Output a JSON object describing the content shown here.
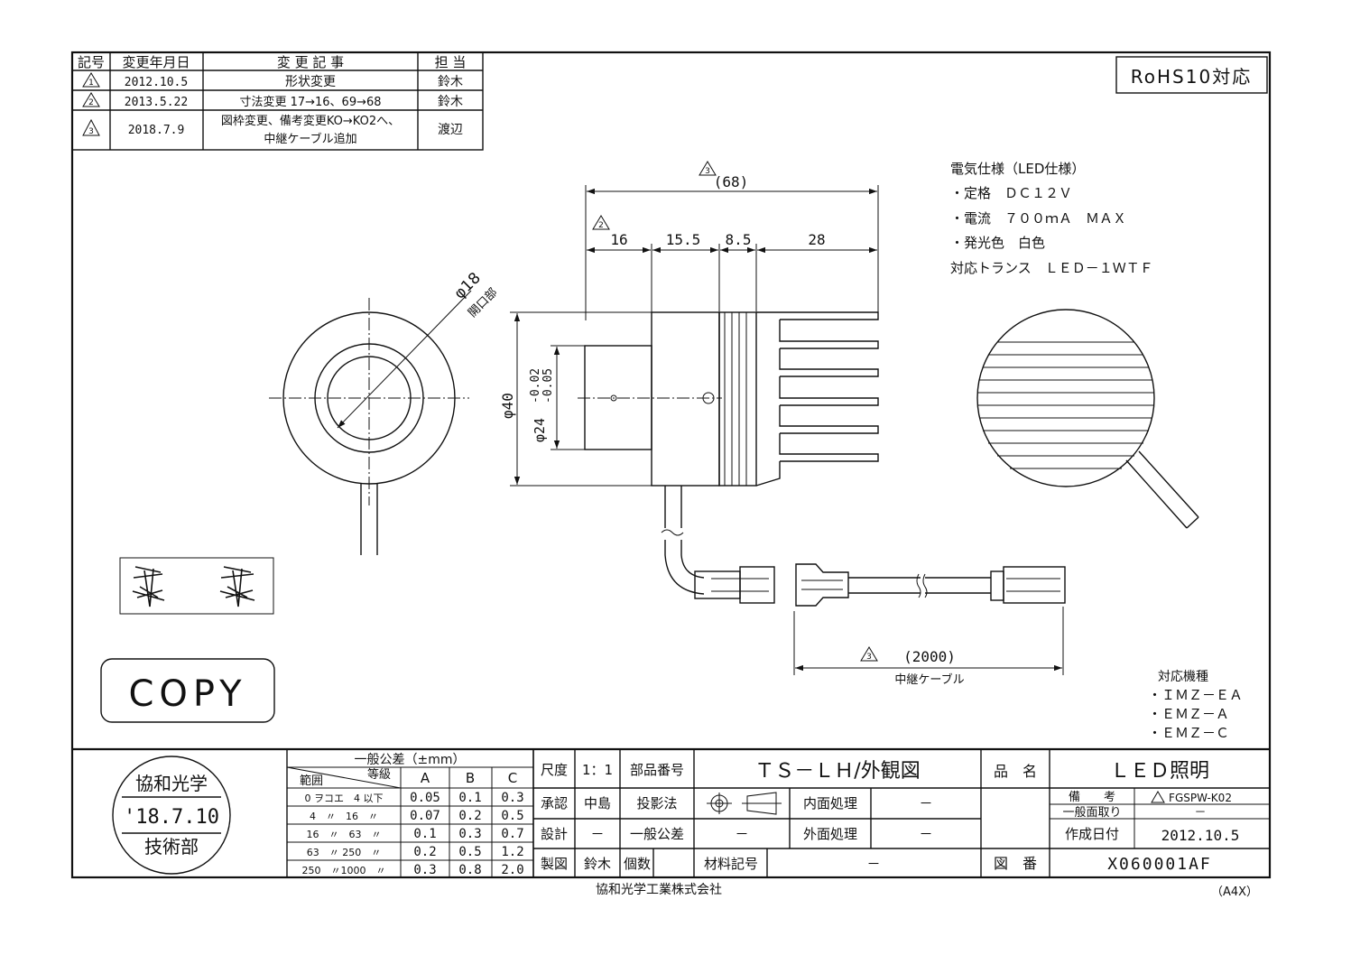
{
  "revision_table": {
    "headers": [
      "記号",
      "変更年月日",
      "変 更 記 事",
      "担 当"
    ],
    "rows": [
      {
        "mark": "1",
        "date": "2012.10.5",
        "note": "形状変更",
        "note2": "",
        "person": "鈴木"
      },
      {
        "mark": "2",
        "date": "2013.5.22",
        "note": "寸法変更 17→16、69→68",
        "note2": "",
        "person": "鈴木"
      },
      {
        "mark": "3",
        "date": "2018.7.9",
        "note": "図枠変更、備考変更KO→KO2へ、",
        "note2": "中継ケーブル追加",
        "person": "渡辺"
      }
    ]
  },
  "rohs_badge": "RoHS10対応",
  "electrical_spec": {
    "title": "電気仕様（LED仕様）",
    "lines": [
      "・定格　ＤＣ１２Ｖ",
      "・電流　７００ｍＡ　ＭＡＸ",
      "・発光色　白色"
    ],
    "transformer": "対応トランス　ＬＥＤ－１ＷＴＦ"
  },
  "dimensions": {
    "overall": "(68)",
    "d16": "16",
    "d15_5": "15.5",
    "d8_5": "8.5",
    "d28": "28",
    "phi18": "φ18",
    "phi18_note": "開口部",
    "phi40": "φ40",
    "phi24": "φ24",
    "tol_upper": "-0.02",
    "tol_lower": "-0.05",
    "cable_length": "(2000)",
    "cable_label": "中継ケーブル"
  },
  "compatible_models": {
    "title": "対応機種",
    "items": [
      "・ＩＭＺ－ＥＡ",
      "・ＥＭＺ－Ａ",
      "・ＥＭＺ－Ｃ"
    ]
  },
  "copy_stamp": "COPY",
  "date_stamp": {
    "company": "協和光学",
    "date": "'18.7.10",
    "dept": "技術部"
  },
  "tolerance_table": {
    "title": "一般公差（±mm）",
    "range_label": "範囲",
    "grade_label": "等級",
    "columns": [
      "A",
      "B",
      "C"
    ],
    "rows": [
      {
        "range": "0 ヲコエ　4 以下",
        "values": [
          "0.05",
          "0.1",
          "0.3"
        ]
      },
      {
        "range": "4　〃　16　〃",
        "values": [
          "0.07",
          "0.2",
          "0.5"
        ]
      },
      {
        "range": "16　〃　63　〃",
        "values": [
          "0.1",
          "0.3",
          "0.7"
        ]
      },
      {
        "range": "63　〃 250　〃",
        "values": [
          "0.2",
          "0.5",
          "1.2"
        ]
      },
      {
        "range": "250　〃1000　〃",
        "values": [
          "0.3",
          "0.8",
          "2.0"
        ]
      }
    ]
  },
  "title_block": {
    "scale_label": "尺度",
    "scale_value": "1：1",
    "part_no_label": "部品番号",
    "part_no_value": "ＴＳ－ＬＨ/外観図",
    "product_label": "品　名",
    "product_value": "ＬＥＤ照明",
    "approve_label": "承認",
    "approve_value": "中島",
    "projection_label": "投影法",
    "inner_label": "内面処理",
    "inner_value": "－",
    "design_label": "設計",
    "design_value": "－",
    "general_tol_label": "一般公差",
    "general_tol_value": "－",
    "outer_label": "外面処理",
    "outer_value": "－",
    "draw_label": "製図",
    "draw_value": "鈴木",
    "qty_label": "個数",
    "material_label": "材料記号",
    "material_value": "－",
    "remarks_label": "備　　考",
    "remarks_value": "FGSPW-K02",
    "chamfer_label": "一般面取り",
    "chamfer_value": "－",
    "created_label": "作成日付",
    "created_value": "2012.10.5",
    "drawing_no_label": "図　番",
    "drawing_no_value": "X060001AF"
  },
  "company": "協和光学工業株式会社",
  "paper_size": "（A4X）"
}
